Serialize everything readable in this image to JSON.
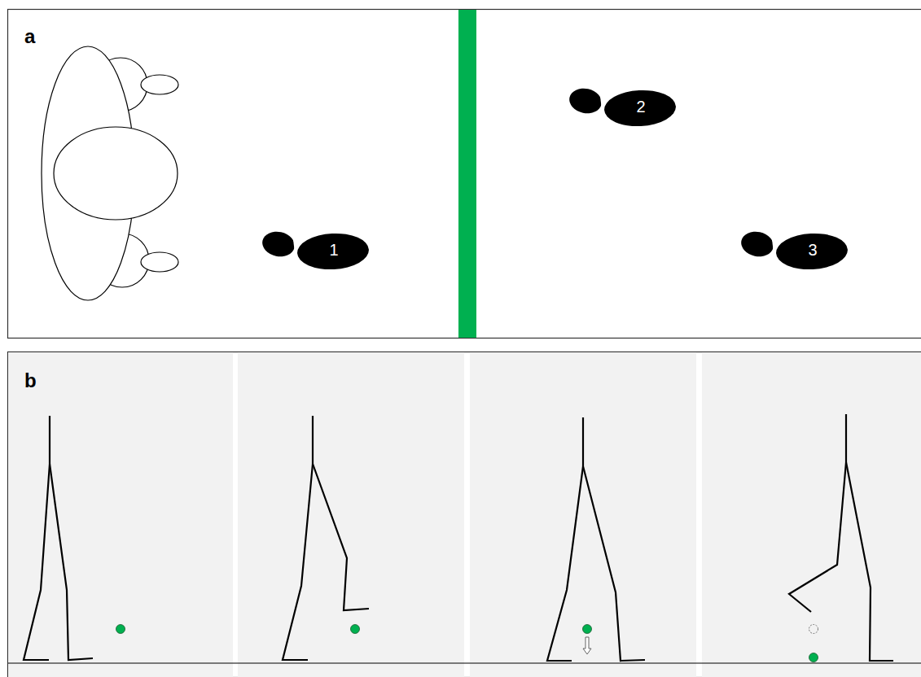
{
  "diagram": {
    "nodes": [
      {
        "text": [
          "1"
        ]
      },
      {
        "text": [
          "2"
        ]
      },
      {
        "text": [
          "3"
        ]
      }
    ],
    "labels": [
      "a",
      "b"
    ]
  }
}
